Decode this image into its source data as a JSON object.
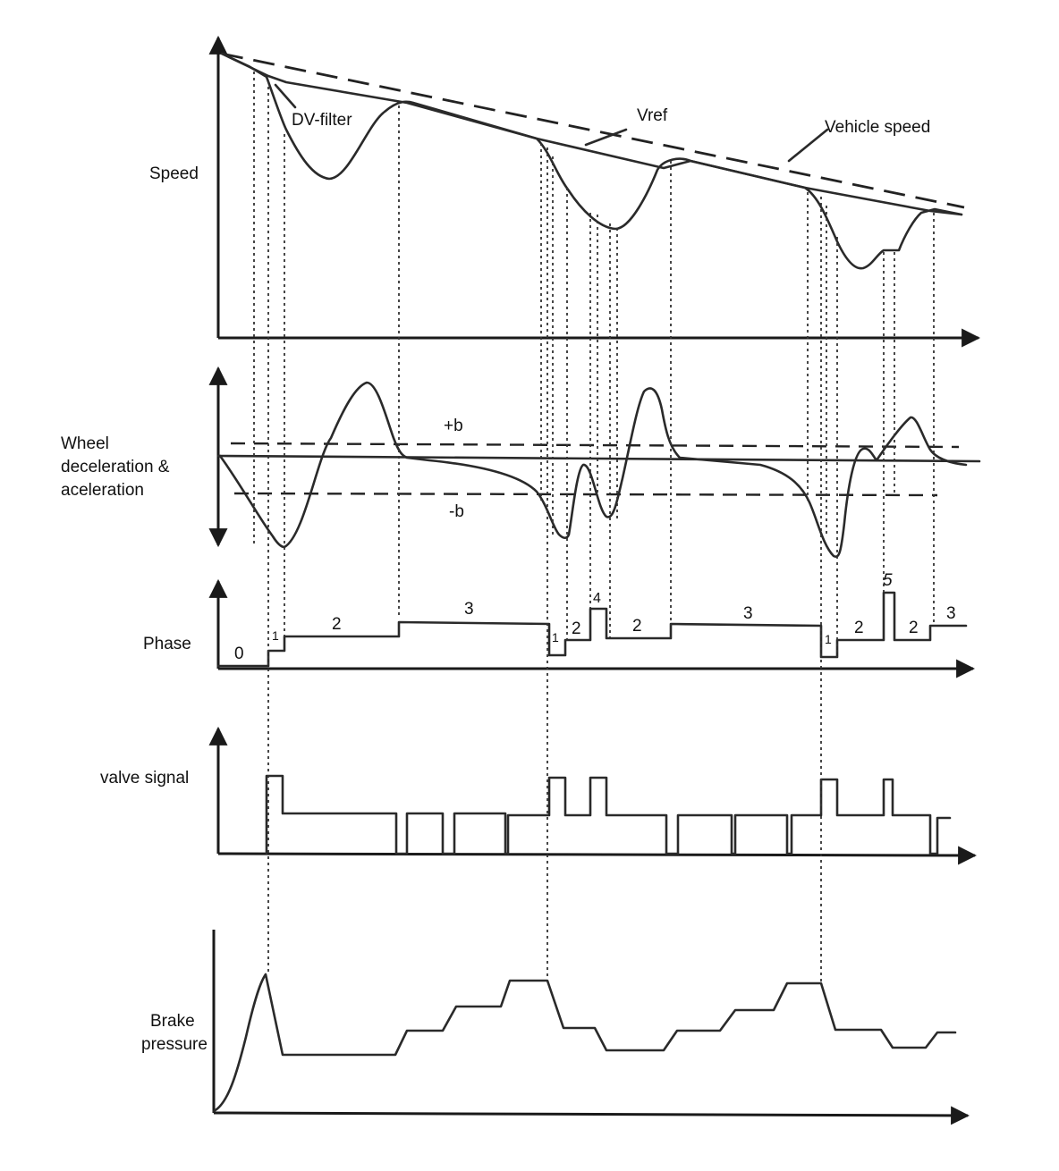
{
  "labels": {
    "speed": "Speed",
    "wheel_accel": [
      "Wheel",
      "deceleration &",
      "aceleration"
    ],
    "phase": "Phase",
    "valve_signal": "valve signal",
    "brake_pressure": [
      "Brake",
      "pressure"
    ],
    "dv_filter": "DV-filter",
    "vref": "Vref",
    "vehicle_speed": "Vehicle speed",
    "plus_b": "+b",
    "minus_b": "-b"
  },
  "phase_labels": [
    "0",
    "1",
    "2",
    "3",
    "1",
    "2",
    "4",
    "2",
    "3",
    "1",
    "2",
    "5",
    "2",
    "3"
  ],
  "colors": {
    "ink": "#2a2a2a",
    "background": "#ffffff"
  }
}
